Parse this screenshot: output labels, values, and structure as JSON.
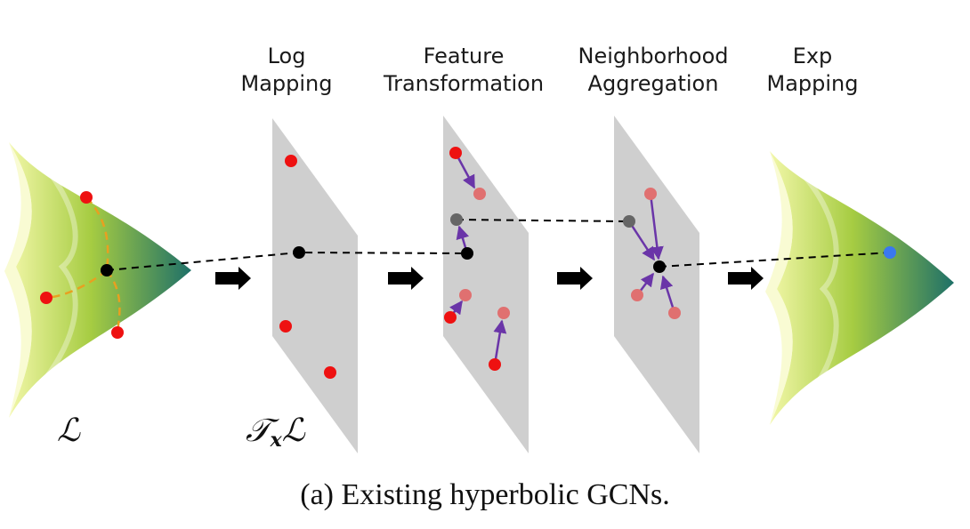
{
  "steps": [
    {
      "line1": "Log",
      "line2": "Mapping"
    },
    {
      "line1": "Feature",
      "line2": "Transformation"
    },
    {
      "line1": "Neighborhood",
      "line2": "Aggregation"
    },
    {
      "line1": "Exp",
      "line2": "Mapping"
    }
  ],
  "manifold_label": "ℒ",
  "tangent_label": {
    "main": "𝒯",
    "sub": "x",
    "rest": "ℒ"
  },
  "caption": "(a)  Existing hyperbolic GCNs.",
  "colors": {
    "manifold_light": "#f0f5a0",
    "manifold_mid": "#a6cc42",
    "manifold_dark": "#1e7068",
    "plane": "#cfcfcf",
    "node_red": "#ee1111",
    "node_pink": "#e07070",
    "node_gray": "#666666",
    "node_black": "#000000",
    "node_blue": "#3a78f0",
    "arrow_purple": "#6a35a8",
    "geodesic": "#e8a020"
  }
}
